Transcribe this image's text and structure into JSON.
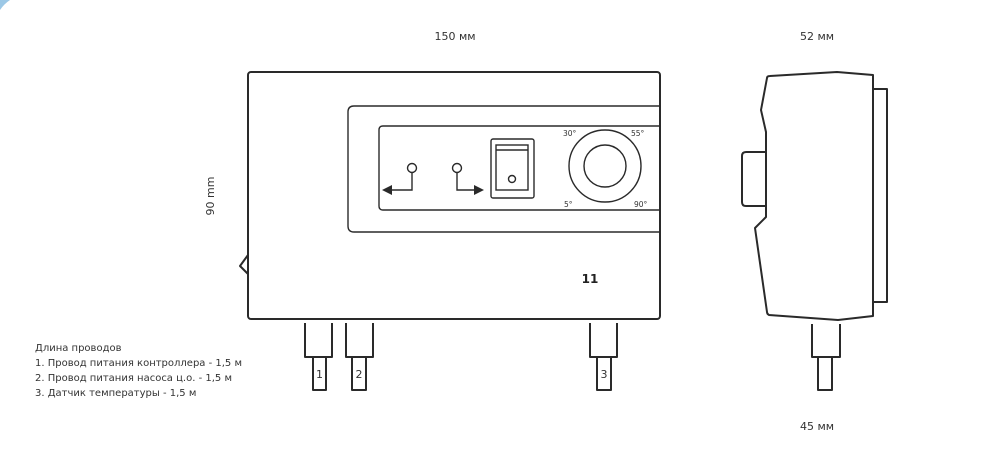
{
  "dimensions": {
    "width": "150 мм",
    "height": "90 mm",
    "depth": "52 мм",
    "cable_depth": "45 мм"
  },
  "panel": {
    "dial_labels": [
      "30°",
      "55°",
      "5°",
      "90°"
    ],
    "model_mark": "11"
  },
  "cables": [
    "1",
    "2",
    "3"
  ],
  "legend": {
    "title": "Длина проводов",
    "items": [
      "1. Провод питания контроллера - 1,5 м",
      "2. Провод питания насоса ц.о. - 1,5 м",
      "3. Датчик температуры - 1,5 м"
    ]
  },
  "colors": {
    "line": "#2a2a2a",
    "accent": "#9cc8e6"
  }
}
